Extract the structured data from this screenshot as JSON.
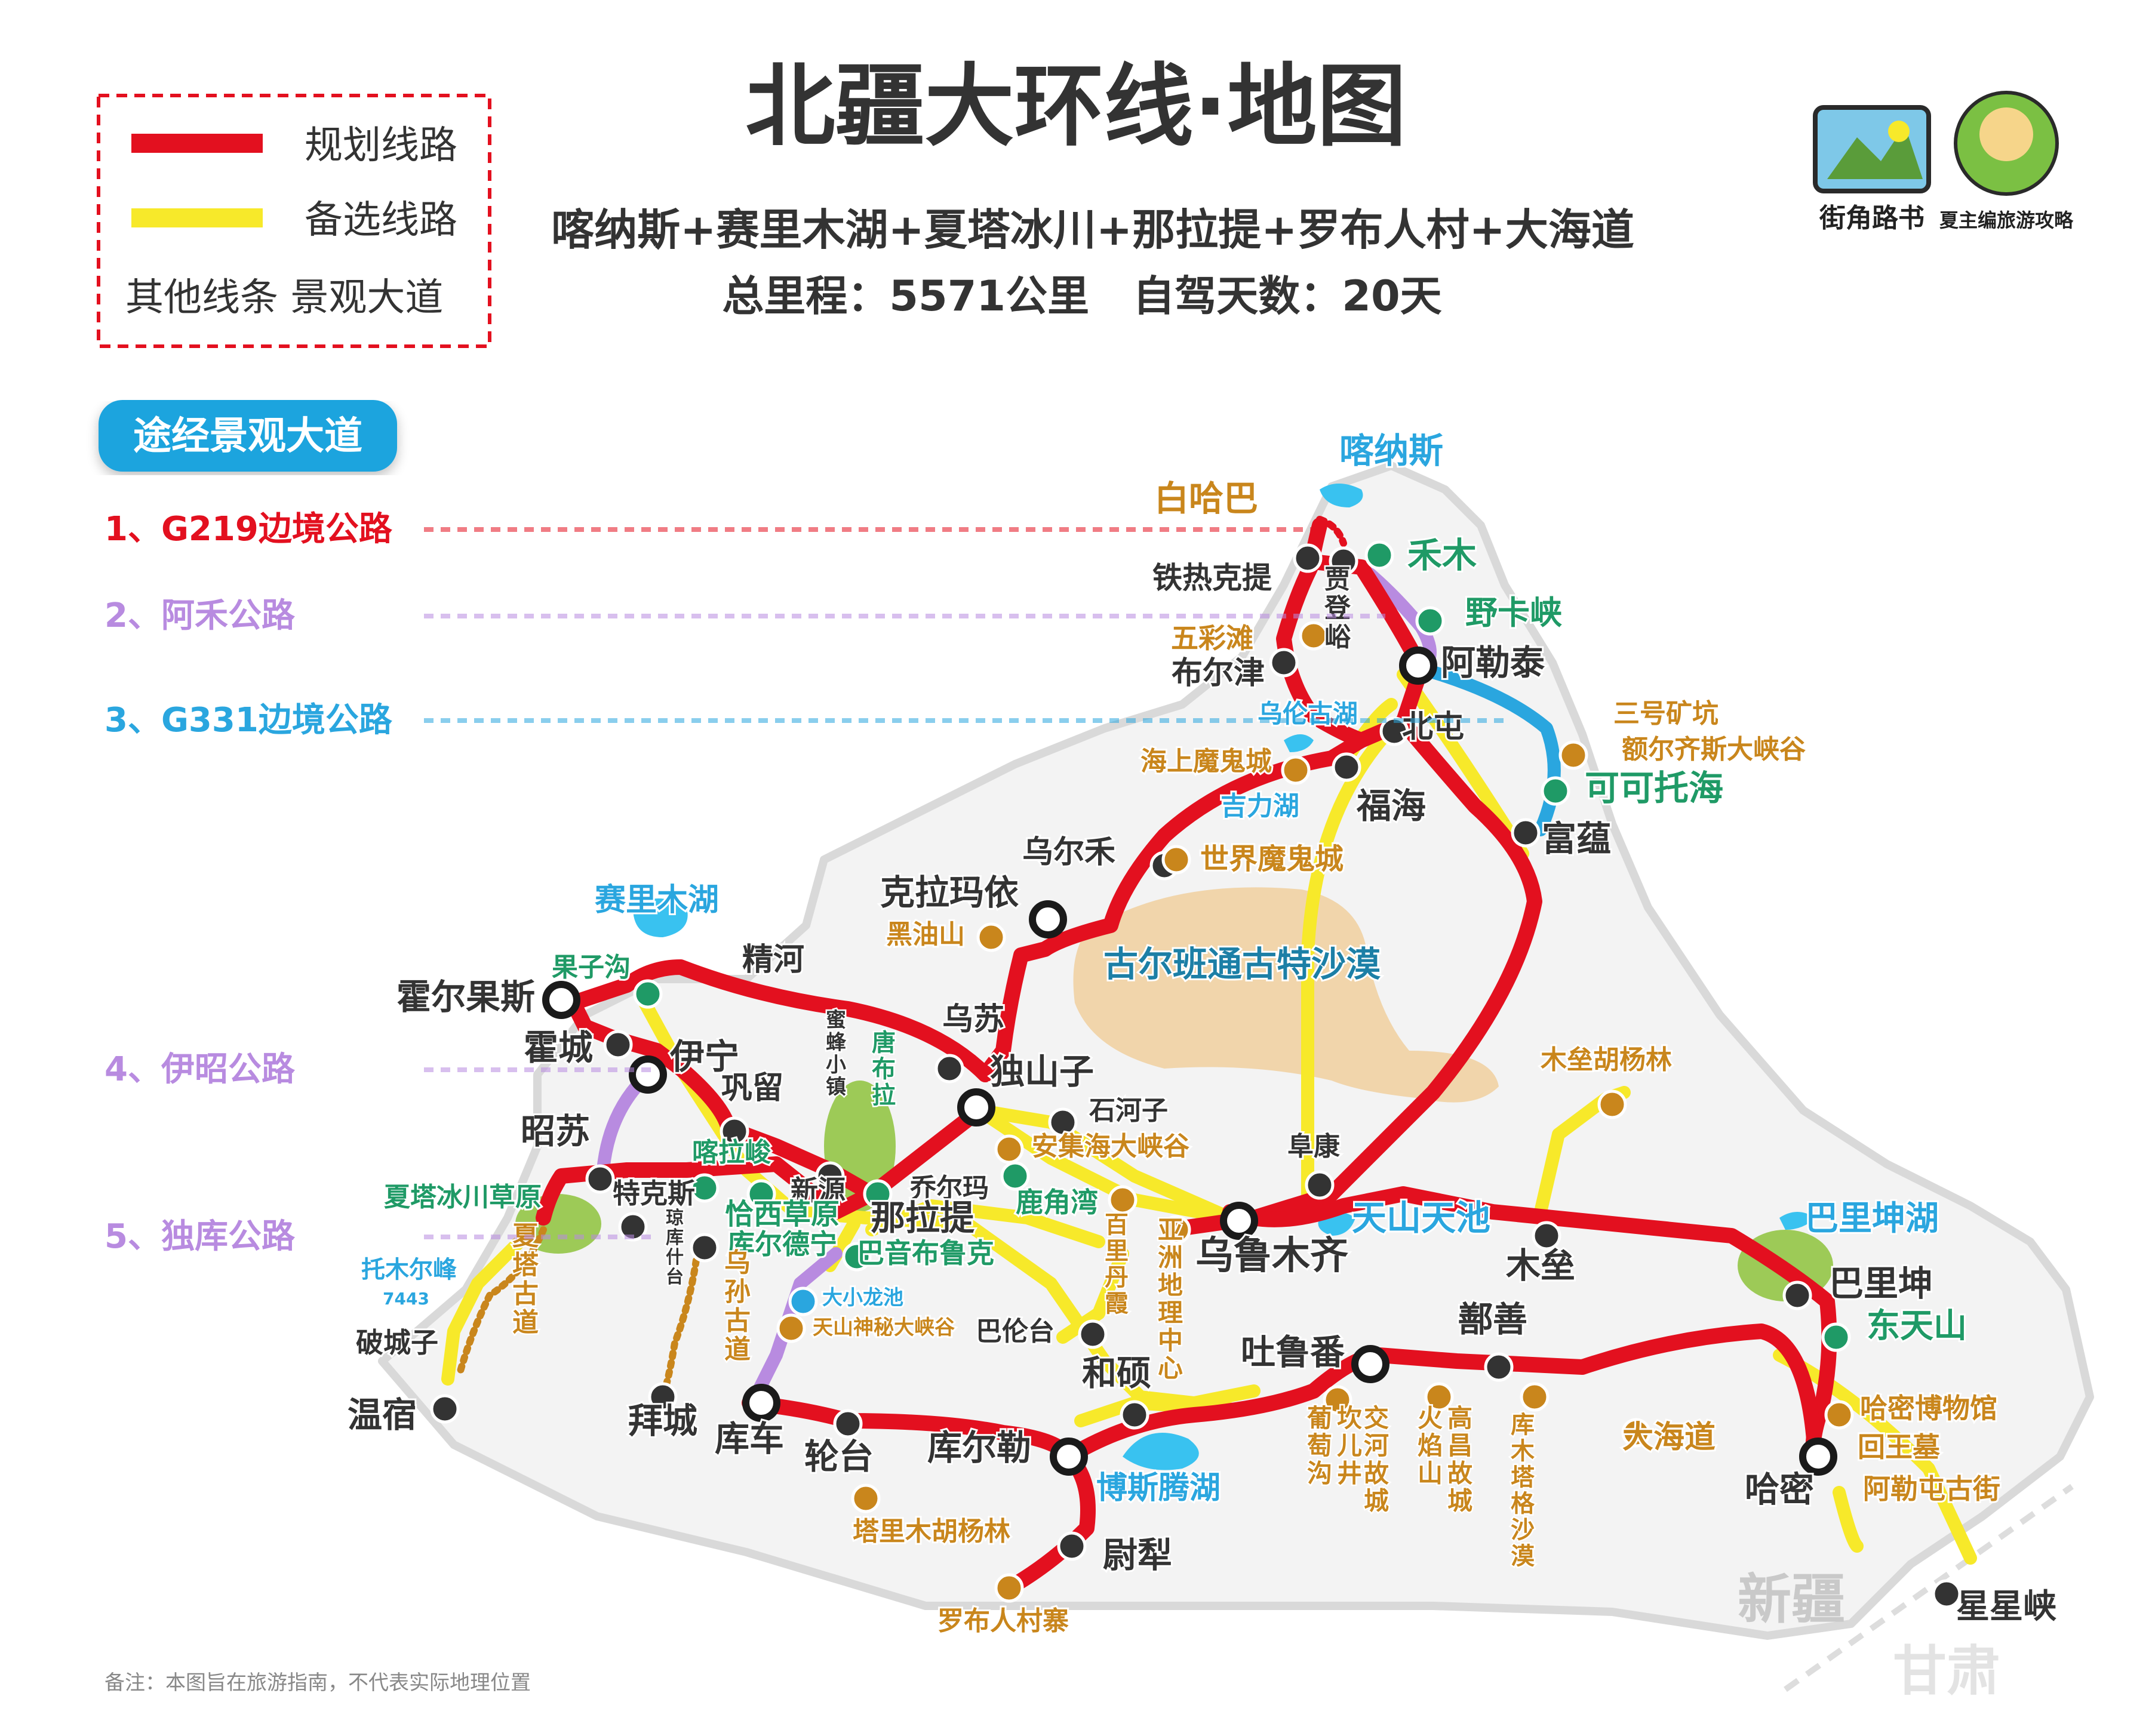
{
  "header": {
    "title": "北疆大环线·地图",
    "subtitle": "喀纳斯+赛里木湖+夏塔冰川+那拉提+罗布人村+大海道",
    "stats": "总里程：5571公里   自驾天数：20天"
  },
  "legend": {
    "planned": "规划线路",
    "alternate": "备选线路",
    "other": "其他线条 景观大道"
  },
  "brand": {
    "logo1_caption": "街角路书",
    "logo2_caption": "夏主编旅游攻略"
  },
  "scenic": {
    "badge": "途经景观大道",
    "roads": [
      {
        "label": "1、G219边境公路",
        "color": "#e3101f"
      },
      {
        "label": "2、阿禾公路",
        "color": "#b88be0"
      },
      {
        "label": "3、G331边境公路",
        "color": "#2aa6df"
      },
      {
        "label": "4、伊昭公路",
        "color": "#b88be0"
      },
      {
        "label": "5、独库公路",
        "color": "#b88be0"
      }
    ]
  },
  "colors": {
    "route_red": "#e3101f",
    "route_yellow": "#f7e92a",
    "route_purple": "#b88be0",
    "route_blue": "#2aa6df",
    "scenic_orange": "#c9861c",
    "green_spot": "#1f9a66",
    "lake_blue": "#2aa6df",
    "node_dark": "#333333"
  },
  "places": {
    "kanas": "喀纳斯",
    "baihaba": "白哈巴",
    "hemu": "禾木",
    "tierekti": "铁热克提",
    "jiadengyu": "贾登峪",
    "yekaxia": "野卡峡",
    "wucaitan": "五彩滩",
    "burqin": "布尔津",
    "altay": "阿勒泰",
    "wulungu": "乌伦古湖",
    "beitun": "北屯",
    "sanhao": "三号矿坑",
    "erqisi": "额尔齐斯大峡谷",
    "haishang": "海上魔鬼城",
    "jilihu": "吉力湖",
    "fuhai": "福海",
    "keketuohai": "可可托海",
    "fuyun": "富蕴",
    "wuerhe": "乌尔禾",
    "moguicheng": "世界魔鬼城",
    "karamay": "克拉玛依",
    "heiyoushan": "黑油山",
    "gurbantunggut": "古尔班通古特沙漠",
    "sayram": "赛里木湖",
    "guozigou": "果子沟",
    "jinghe": "精河",
    "khorgos": "霍尔果斯",
    "huocheng": "霍城",
    "yining": "伊宁",
    "wusu": "乌苏",
    "mifeng": "蜜蜂小镇",
    "tangbula": "唐布拉",
    "dushanzi": "独山子",
    "shihezi": "石河子",
    "gongliu": "巩留",
    "anjihai": "安集海大峡谷",
    "zhaosu": "昭苏",
    "kalajun": "喀拉峻",
    "tekes": "特克斯",
    "xinyuan": "新源",
    "qiaoerma": "乔尔玛",
    "lujiaowan": "鹿角湾",
    "fukang": "阜康",
    "mulei_forest": "木垒胡杨林",
    "xiata": "夏塔冰川草原",
    "qiaxi": "恰西草原",
    "kuerdening": "库尔德宁",
    "nalati": "那拉提",
    "bayinbuluke": "巴音布鲁克",
    "baili_danxia": "百里丹霞",
    "asia_center": "亚洲地理中心",
    "urumqi": "乌鲁木齐",
    "tianchi": "天山天池",
    "mulei": "木垒",
    "barkol_lake": "巴里坤湖",
    "barkol": "巴里坤",
    "dongtianshan": "东天山",
    "xiatagudao": "夏塔古道",
    "tomur": "托木尔峰",
    "tomur_alt": "7443",
    "qiongkushitai": "琼库什台",
    "wusungudao": "乌孙古道",
    "daxiaolongchi": "大小龙池",
    "tianshan_canyon": "天山神秘大峡谷",
    "bayintai": "巴伦台",
    "hejing": "和硕",
    "turpan": "吐鲁番",
    "shanshan": "鄯善",
    "pochengzi": "破城子",
    "wensu": "温宿",
    "baicheng": "拜城",
    "kuqa": "库车",
    "luntai": "轮台",
    "korla": "库尔勒",
    "bosten": "博斯腾湖",
    "putaogou": "葡萄沟",
    "jiaohe": "交河故城",
    "kanerjing": "坎儿井",
    "huoyanshan": "火焰山",
    "gaochang": "高昌故城",
    "kumtag": "库木塔格沙漠",
    "dahaidao": "大海道",
    "hami_museum": "哈密博物馆",
    "huiwangmu": "回王墓",
    "aletuncun": "阿勒屯古街",
    "hami": "哈密",
    "tarim_forest": "塔里木胡杨林",
    "yuli": "尉犁",
    "luobu": "罗布人村寨",
    "xingxingxia": "星星峡",
    "xinjiang": "新疆",
    "gansu": "甘肃"
  },
  "footnote": "备注：本图旨在旅游指南，不代表实际地理位置"
}
